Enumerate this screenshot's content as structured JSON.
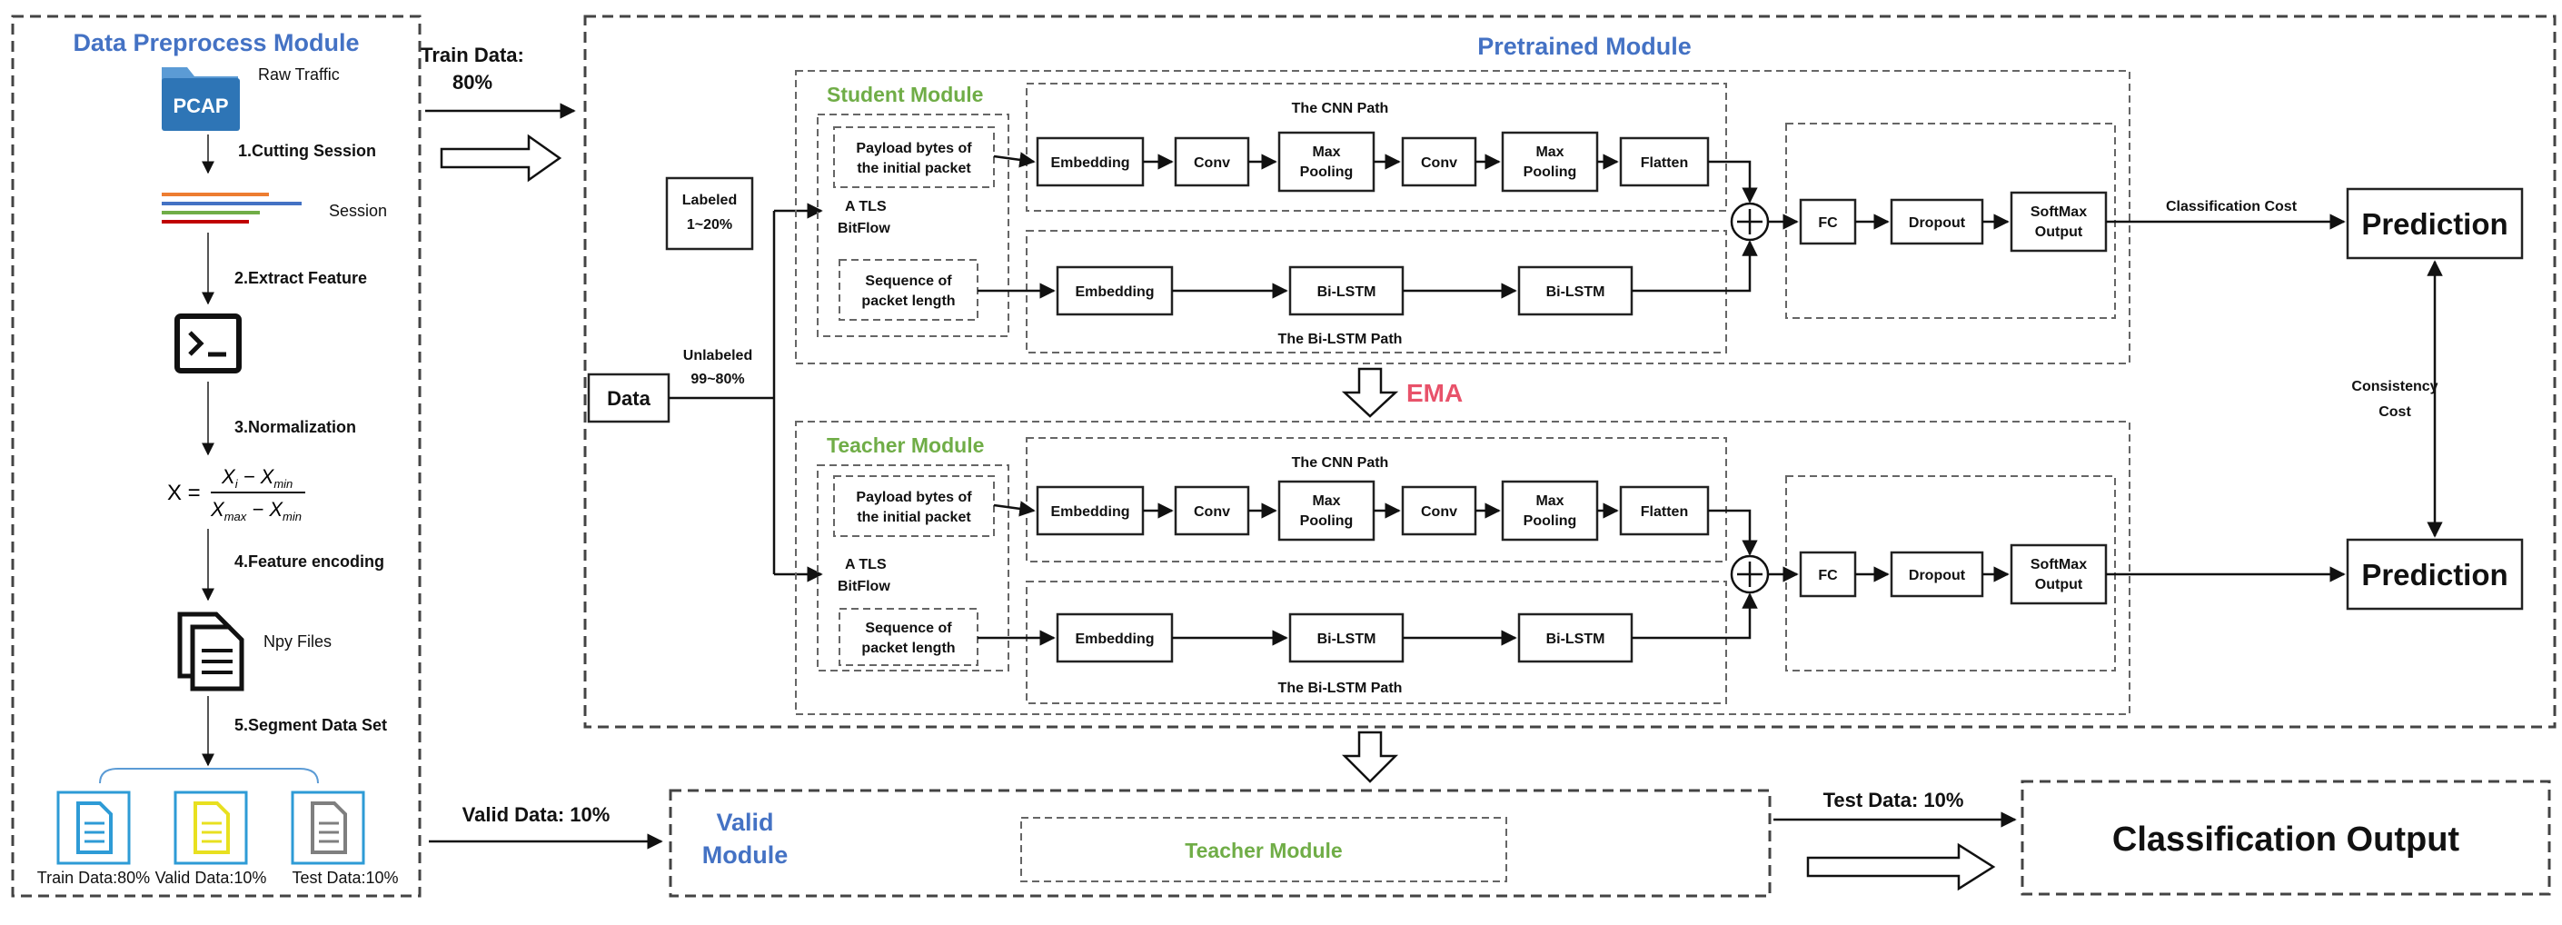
{
  "preprocess": {
    "title": "Data Preprocess Module",
    "raw_traffic": "Raw Traffic",
    "pcap_label": "PCAP",
    "step1": "1.Cutting Session",
    "session": "Session",
    "step2": "2.Extract Feature",
    "step3": "3.Normalization",
    "formula": {
      "lhs": "X =",
      "num_a": "X",
      "num_a_sub": "i",
      "num_minus": " − ",
      "num_b": "X",
      "num_b_sub": "min",
      "den_a": "X",
      "den_a_sub": "max",
      "den_minus": " − ",
      "den_b": "X",
      "den_b_sub": "min"
    },
    "step4": "4.Feature encoding",
    "npy": "Npy Files",
    "step5": "5.Segment Data Set",
    "train_file": "Train Data:80%",
    "valid_file": "Valid Data:10%",
    "test_file": "Test Data:10%"
  },
  "flow": {
    "train_data_line1": "Train Data:",
    "train_data_line2": "80%",
    "valid_data": "Valid Data: 10%",
    "test_data": "Test Data: 10%"
  },
  "pretrained": {
    "title": "Pretrained Module",
    "data": "Data",
    "labeled_line1": "Labeled",
    "labeled_line2": "1~20%",
    "unlabeled_line1": "Unlabeled",
    "unlabeled_line2": "99~80%",
    "ema": "EMA",
    "classification_cost": "Classification Cost",
    "consistency_line1": "Consistency",
    "consistency_line2": "Cost",
    "prediction": "Prediction"
  },
  "student": {
    "title": "Student Module",
    "input1_line1": "Payload bytes of",
    "input1_line2": "the initial packet",
    "tls_line1": "A TLS",
    "tls_line2": "BitFlow",
    "input2_line1": "Sequence of",
    "input2_line2": "packet length",
    "cnn_title": "The CNN Path",
    "lstm_title": "The Bi-LSTM Path",
    "embedding": "Embedding",
    "conv": "Conv",
    "maxpool_line1": "Max",
    "maxpool_line2": "Pooling",
    "flatten": "Flatten",
    "bilstm": "Bi-LSTM",
    "fc": "FC",
    "dropout": "Dropout",
    "softmax_line1": "SoftMax",
    "softmax_line2": "Output"
  },
  "teacher": {
    "title": "Teacher Module",
    "input1_line1": "Payload bytes of",
    "input1_line2": "the initial packet",
    "tls_line1": "A TLS",
    "tls_line2": "BitFlow",
    "input2_line1": "Sequence of",
    "input2_line2": "packet length",
    "cnn_title": "The CNN Path",
    "lstm_title": "The Bi-LSTM Path",
    "embedding": "Embedding",
    "conv": "Conv",
    "maxpool_line1": "Max",
    "maxpool_line2": "Pooling",
    "flatten": "Flatten",
    "bilstm": "Bi-LSTM",
    "fc": "FC",
    "dropout": "Dropout",
    "softmax_line1": "SoftMax",
    "softmax_line2": "Output"
  },
  "valid": {
    "title_line1": "Valid",
    "title_line2": "Module",
    "teacher": "Teacher Module"
  },
  "output": {
    "classification_output": "Classification Output"
  },
  "colors": {
    "title_blue": "#4472C4",
    "module_green": "#70AD47",
    "ema_red": "#E8526A",
    "pcap_blue": "#2E75B6",
    "train_file": "#2E9BD6",
    "valid_file": "#E8E020",
    "test_file": "#7F7F7F",
    "session_orange": "#ED7D31",
    "session_blue": "#4472C4",
    "session_green": "#70AD47",
    "session_red": "#C00000"
  }
}
